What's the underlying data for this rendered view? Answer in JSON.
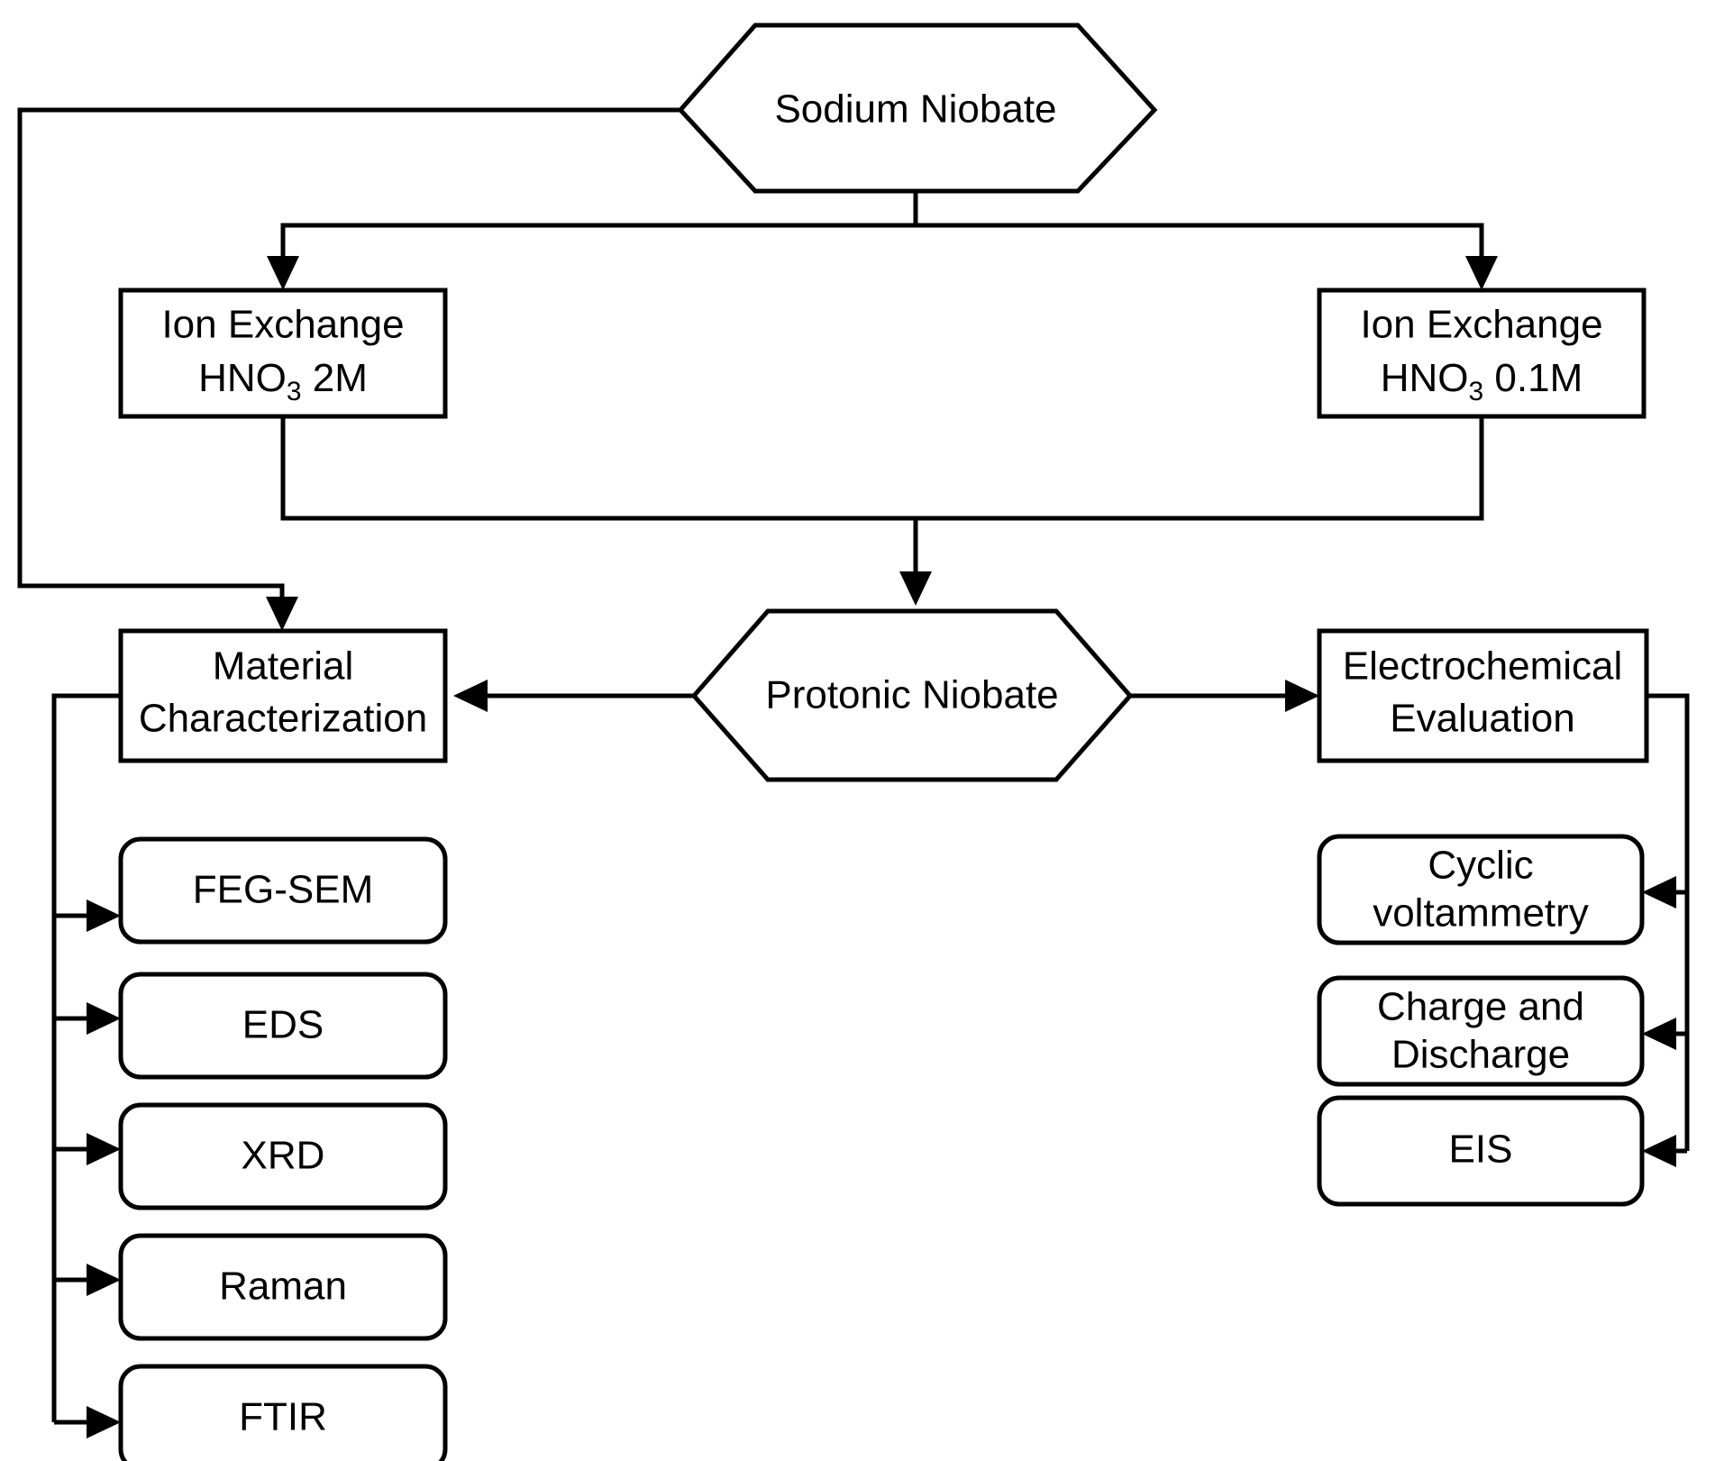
{
  "diagram": {
    "title": "Sodium Niobate to Protonic Niobate processing and analysis flowchart",
    "colors": {
      "stroke": "#000000",
      "fill": "#ffffff",
      "text": "#000000"
    },
    "nodes": {
      "sodium_niobate": {
        "label": "Sodium Niobate",
        "shape": "hexagon"
      },
      "ion_exchange_2m": {
        "line1": "Ion Exchange",
        "line2_prefix": "HNO",
        "line2_sub": "3",
        "line2_suffix": " 2M",
        "shape": "rectangle"
      },
      "ion_exchange_01m": {
        "line1": "Ion Exchange",
        "line2_prefix": "HNO",
        "line2_sub": "3",
        "line2_suffix": " 0.1M",
        "shape": "rectangle"
      },
      "protonic_niobate": {
        "label": "Protonic Niobate",
        "shape": "hexagon"
      },
      "material_characterization": {
        "line1": "Material",
        "line2": "Characterization",
        "shape": "rectangle"
      },
      "electrochemical_evaluation": {
        "line1": "Electrochemical",
        "line2": "Evaluation",
        "shape": "rectangle"
      }
    },
    "characterization_techniques": [
      {
        "label": "FEG-SEM",
        "shape": "rounded-rectangle"
      },
      {
        "label": "EDS",
        "shape": "rounded-rectangle"
      },
      {
        "label": "XRD",
        "shape": "rounded-rectangle"
      },
      {
        "label": "Raman",
        "shape": "rounded-rectangle"
      },
      {
        "label": "FTIR",
        "shape": "rounded-rectangle"
      }
    ],
    "electrochemical_techniques": [
      {
        "line1": "Cyclic",
        "line2": "voltammetry",
        "shape": "rounded-rectangle"
      },
      {
        "line1": "Charge and",
        "line2": "Discharge",
        "shape": "rounded-rectangle"
      },
      {
        "line1": "EIS",
        "line2": "",
        "shape": "rounded-rectangle"
      }
    ],
    "edges": [
      {
        "from": "sodium_niobate",
        "to": "ion_exchange_2m",
        "arrow": "down"
      },
      {
        "from": "sodium_niobate",
        "to": "ion_exchange_01m",
        "arrow": "down"
      },
      {
        "from": "sodium_niobate",
        "to": "material_characterization",
        "arrow": "down"
      },
      {
        "from": "ion_exchange_2m",
        "to": "protonic_niobate",
        "arrow": "down"
      },
      {
        "from": "ion_exchange_01m",
        "to": "protonic_niobate",
        "arrow": "down"
      },
      {
        "from": "protonic_niobate",
        "to": "material_characterization",
        "arrow": "left"
      },
      {
        "from": "protonic_niobate",
        "to": "electrochemical_evaluation",
        "arrow": "right"
      },
      {
        "from": "material_characterization",
        "to": "FEG-SEM",
        "arrow": "right"
      },
      {
        "from": "material_characterization",
        "to": "EDS",
        "arrow": "right"
      },
      {
        "from": "material_characterization",
        "to": "XRD",
        "arrow": "right"
      },
      {
        "from": "material_characterization",
        "to": "Raman",
        "arrow": "right"
      },
      {
        "from": "material_characterization",
        "to": "FTIR",
        "arrow": "right"
      },
      {
        "from": "electrochemical_evaluation",
        "to": "Cyclic voltammetry",
        "arrow": "left"
      },
      {
        "from": "electrochemical_evaluation",
        "to": "Charge and Discharge",
        "arrow": "left"
      },
      {
        "from": "electrochemical_evaluation",
        "to": "EIS",
        "arrow": "left"
      }
    ]
  }
}
